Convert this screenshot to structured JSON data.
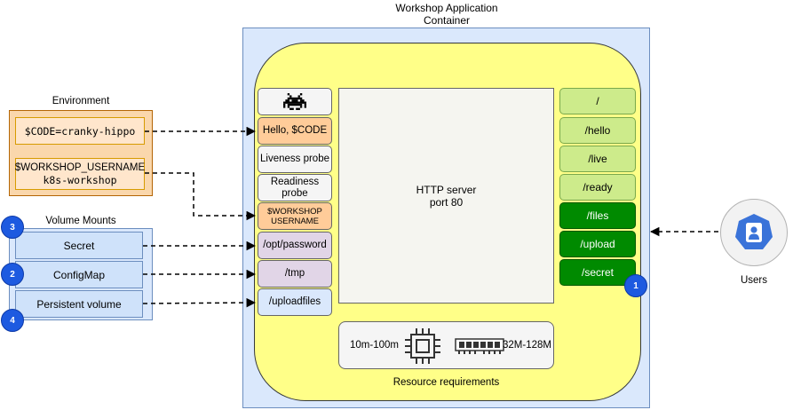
{
  "container": {
    "title_line1": "Workshop Application",
    "title_line2": "Container"
  },
  "left_column": [
    {
      "id": "invader",
      "label": "",
      "icon": "space-invader-icon",
      "fill": "#f5f5f5"
    },
    {
      "id": "hello",
      "label": "Hello, $CODE",
      "fill": "#ffcc99"
    },
    {
      "id": "liveness",
      "label": "Liveness probe",
      "fill": "#f5f5f5"
    },
    {
      "id": "readiness",
      "label": "Readiness probe",
      "fill": "#f5f5f5"
    },
    {
      "id": "workshop-username",
      "label_line1": "$WORKSHOP",
      "label_line2": "USERNAME",
      "fill": "#ffcc99"
    },
    {
      "id": "opt-password",
      "label": "/opt/password",
      "fill": "#e1d5e7"
    },
    {
      "id": "tmp",
      "label": "/tmp",
      "fill": "#e1d5e7"
    },
    {
      "id": "uploadfiles",
      "label": "/uploadfiles",
      "fill": "#dae8fc"
    }
  ],
  "server": {
    "line1": "HTTP server",
    "line2": "port 80"
  },
  "routes": [
    {
      "label": "/",
      "style": "light"
    },
    {
      "label": "/hello",
      "style": "light"
    },
    {
      "label": "/live",
      "style": "light"
    },
    {
      "label": "/ready",
      "style": "light"
    },
    {
      "label": "/files",
      "style": "dark"
    },
    {
      "label": "/upload",
      "style": "dark"
    },
    {
      "label": "/secret",
      "style": "dark"
    }
  ],
  "resources": {
    "cpu": "10m-100m",
    "memory": "32M-128M",
    "label": "Resource requirements",
    "cpu_icon": "cpu-chip-icon",
    "memory_icon": "memory-module-icon"
  },
  "environment": {
    "title": "Environment",
    "code": "$CODE=cranky-hippo",
    "username_line1": "$WORKSHOP_USERNAME",
    "username_line2": "k8s-workshop"
  },
  "volumes": {
    "title": "Volume Mounts",
    "items": [
      {
        "label": "Secret",
        "badge": "3"
      },
      {
        "label": "ConfigMap",
        "badge": "2"
      },
      {
        "label": "Persistent volume",
        "badge": "4"
      }
    ]
  },
  "secret_badge": "1",
  "users": {
    "label": "Users",
    "icon": "user-icon"
  },
  "colors": {
    "accent": "#1d5ae0",
    "route_light": "#cdeb8b",
    "route_dark": "#008a00",
    "app_fill": "#ffff88"
  }
}
